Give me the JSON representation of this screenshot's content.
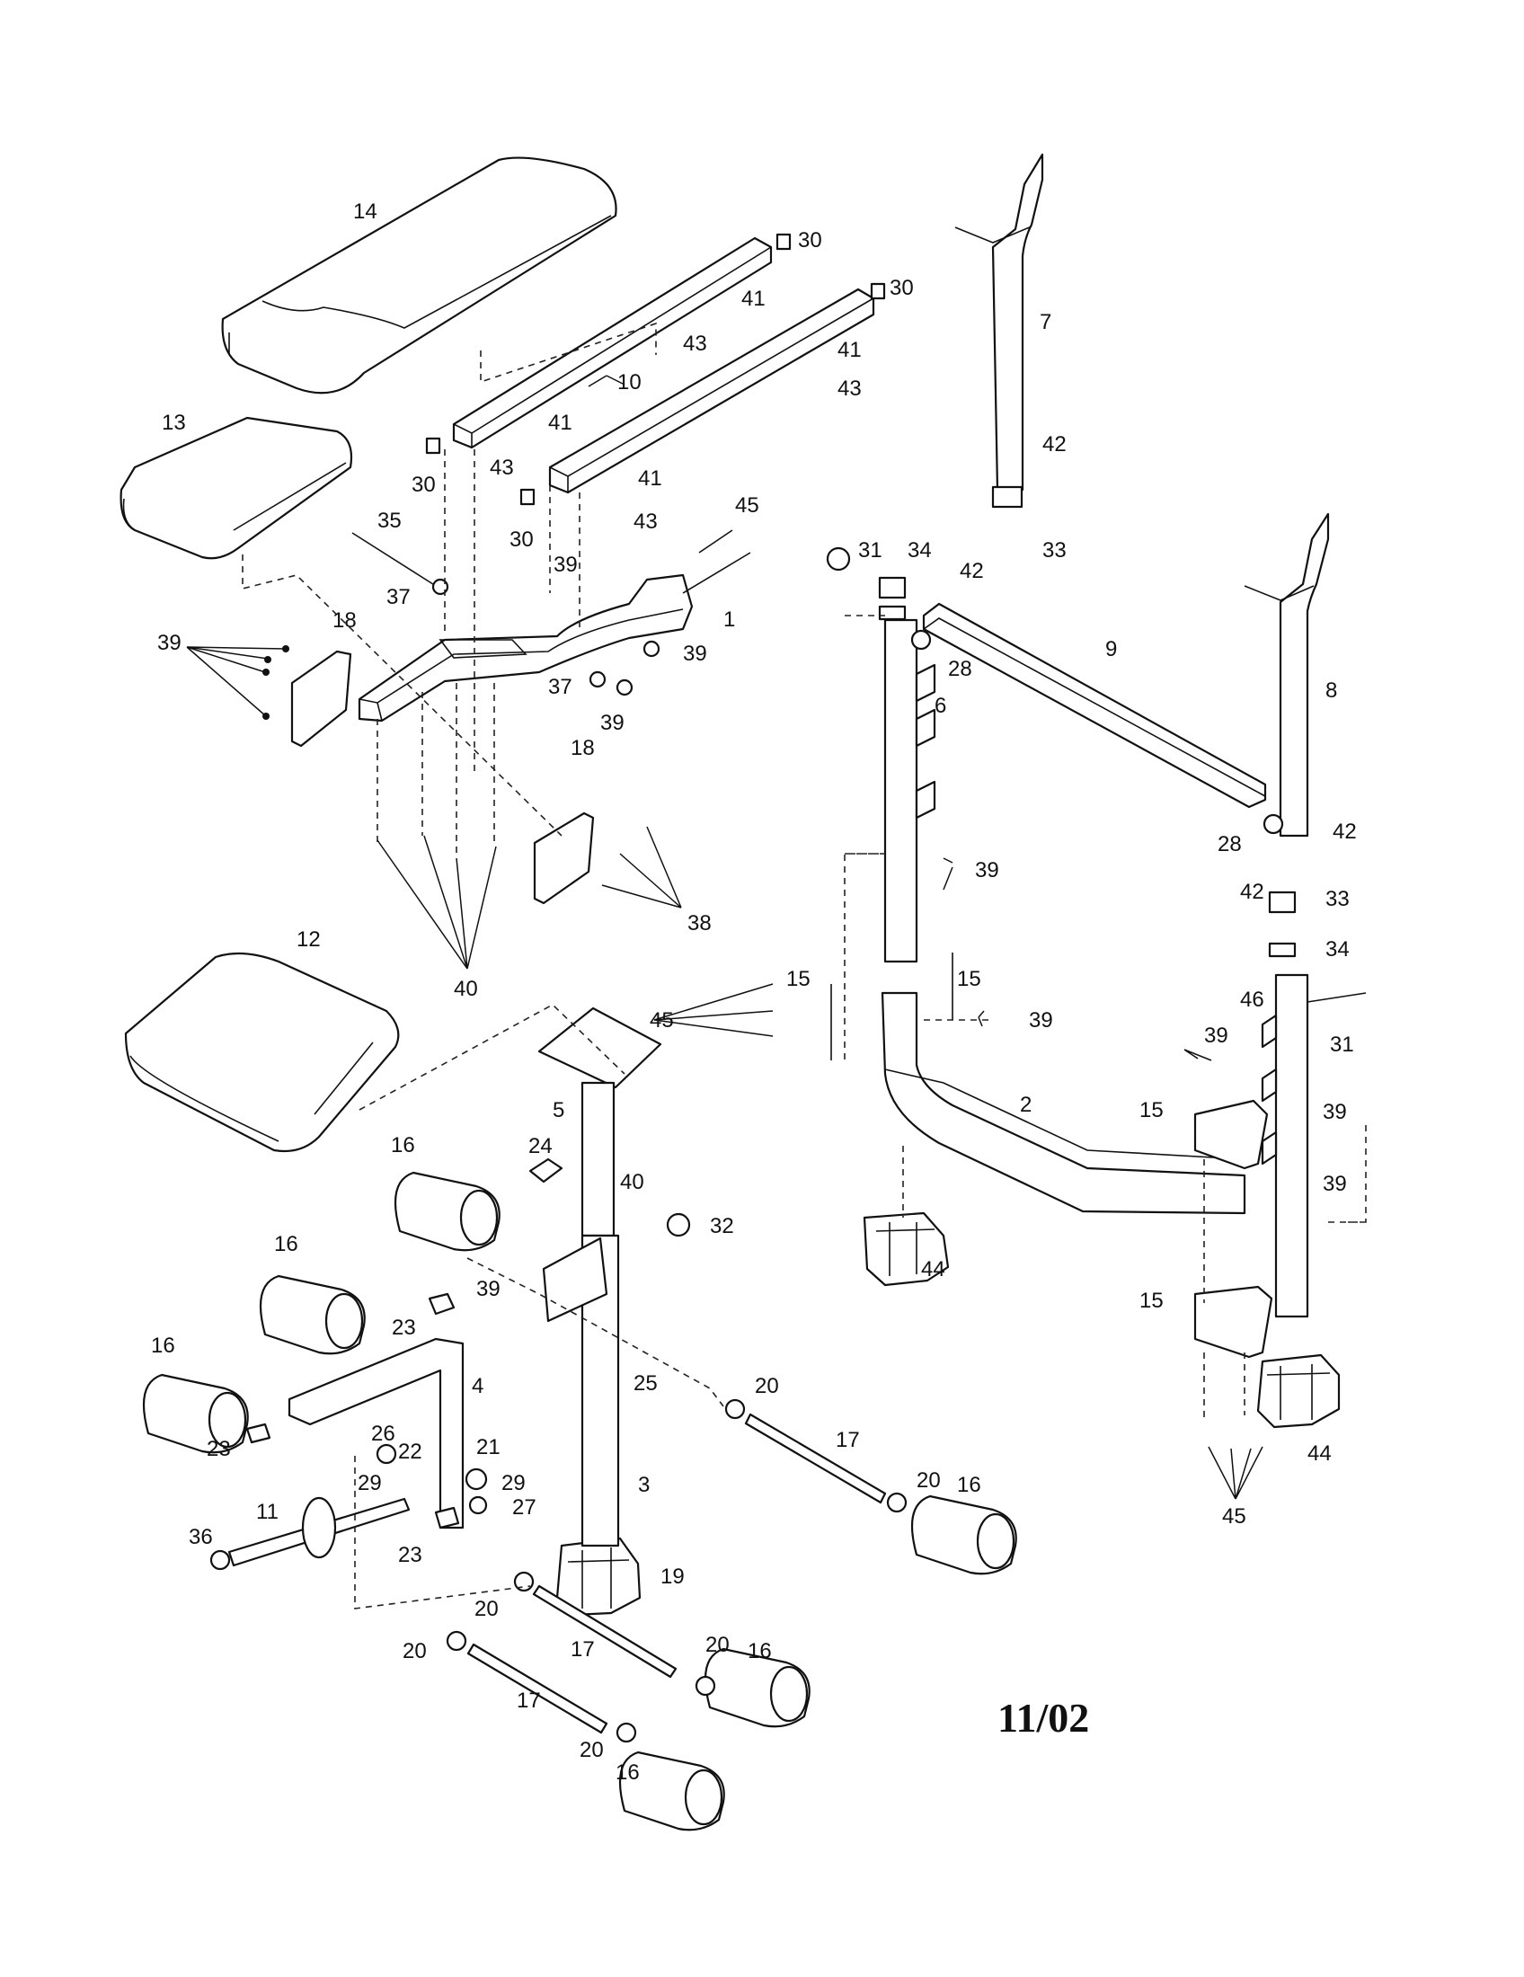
{
  "date_stamp": "11/02",
  "callouts": {
    "c1": "1",
    "c2": "2",
    "c3": "3",
    "c4": "4",
    "c5": "5",
    "c6": "6",
    "c7": "7",
    "c8": "8",
    "c9": "9",
    "c10": "10",
    "c11": "11",
    "c12": "12",
    "c13": "13",
    "c14": "14",
    "c15a": "15",
    "c15b": "15",
    "c15c": "15",
    "c15d": "15",
    "c16a": "16",
    "c16b": "16",
    "c16c": "16",
    "c16d": "16",
    "c16e": "16",
    "c16f": "16",
    "c17a": "17",
    "c17b": "17",
    "c17c": "17",
    "c18a": "18",
    "c18b": "18",
    "c19": "19",
    "c20a": "20",
    "c20b": "20",
    "c20c": "20",
    "c20d": "20",
    "c20e": "20",
    "c20f": "20",
    "c21": "21",
    "c22": "22",
    "c23a": "23",
    "c23b": "23",
    "c23c": "23",
    "c24": "24",
    "c25": "25",
    "c26": "26",
    "c27": "27",
    "c28a": "28",
    "c28b": "28",
    "c29a": "29",
    "c29b": "29",
    "c30a": "30",
    "c30b": "30",
    "c30c": "30",
    "c30d": "30",
    "c31a": "31",
    "c31b": "31",
    "c32": "32",
    "c33a": "33",
    "c33b": "33",
    "c34a": "34",
    "c34b": "34",
    "c35": "35",
    "c36": "36",
    "c37a": "37",
    "c37b": "37",
    "c38": "38",
    "c39a": "39",
    "c39b": "39",
    "c39c": "39",
    "c39d": "39",
    "c39e": "39",
    "c39f": "39",
    "c39g": "39",
    "c39h": "39",
    "c39i": "39",
    "c40a": "40",
    "c40b": "40",
    "c41a": "41",
    "c41b": "41",
    "c41c": "41",
    "c41d": "41",
    "c42a": "42",
    "c42b": "42",
    "c42c": "42",
    "c42d": "42",
    "c43a": "43",
    "c43b": "43",
    "c43c": "43",
    "c43d": "43",
    "c44a": "44",
    "c44b": "44",
    "c45a": "45",
    "c45b": "45",
    "c45c": "45",
    "c46": "46"
  }
}
